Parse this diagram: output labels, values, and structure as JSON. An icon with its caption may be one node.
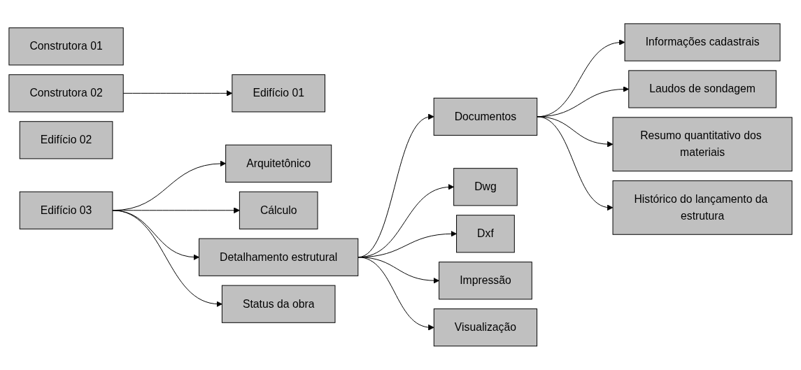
{
  "diagram": {
    "nodes": [
      {
        "text": [
          "Construtora 01"
        ]
      },
      {
        "text": [
          "Construtora 02"
        ]
      },
      {
        "text": [
          "Edifício 01"
        ]
      },
      {
        "text": [
          "Edifício 02"
        ]
      },
      {
        "text": [
          "Edifício 03"
        ]
      },
      {
        "text": [
          "Arquitetônico"
        ]
      },
      {
        "text": [
          "Cálculo"
        ]
      },
      {
        "text": [
          "Detalhamento estrutural"
        ]
      },
      {
        "text": [
          "Status da obra"
        ]
      },
      {
        "text": [
          "Documentos"
        ]
      },
      {
        "text": [
          "Dwg"
        ]
      },
      {
        "text": [
          "Dxf"
        ]
      },
      {
        "text": [
          "Impressão"
        ]
      },
      {
        "text": [
          "Visualização"
        ]
      },
      {
        "text": [
          "Informações cadastrais"
        ]
      },
      {
        "text": [
          "Laudos de sondagem"
        ]
      },
      {
        "text": [
          "Resumo quantitativo dos materiais"
        ]
      },
      {
        "text": [
          "Histórico do lançamento da estrutura"
        ]
      }
    ],
    "edges": [
      {
        "from": 1,
        "to": 2,
        "arrow": "to"
      },
      {
        "from": 4,
        "to": 5,
        "arrow": "to"
      },
      {
        "from": 4,
        "to": 6,
        "arrow": "to"
      },
      {
        "from": 4,
        "to": 7,
        "arrow": "to"
      },
      {
        "from": 4,
        "to": 8,
        "arrow": "to"
      },
      {
        "from": 7,
        "to": 9,
        "arrow": "to"
      },
      {
        "from": 7,
        "to": 10,
        "arrow": "to"
      },
      {
        "from": 7,
        "to": 11,
        "arrow": "to"
      },
      {
        "from": 7,
        "to": 12,
        "arrow": "to"
      },
      {
        "from": 7,
        "to": 13,
        "arrow": "to"
      },
      {
        "from": 9,
        "to": 14,
        "arrow": "to"
      },
      {
        "from": 9,
        "to": 15,
        "arrow": "to"
      },
      {
        "from": 9,
        "to": 16,
        "arrow": "to"
      },
      {
        "from": 9,
        "to": 17,
        "arrow": "to"
      }
    ]
  }
}
